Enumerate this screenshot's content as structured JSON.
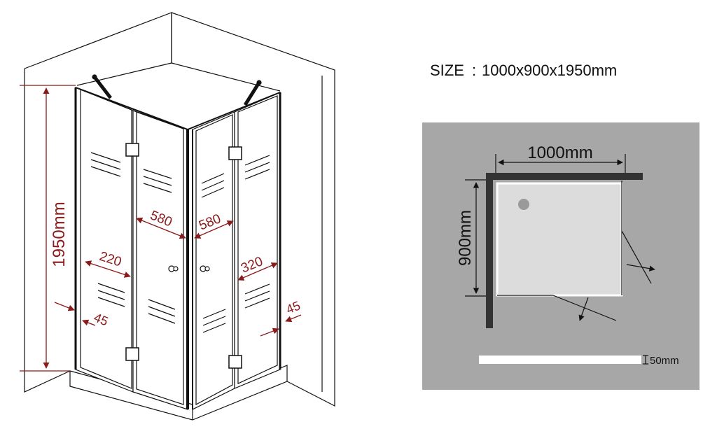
{
  "title": {
    "label": "SIZE",
    "separator": ":",
    "value": "1000x900x1950mm"
  },
  "iso_view": {
    "height_label": "1950mm",
    "door_width_left": "580",
    "door_width_right": "580",
    "opening_left": "220",
    "opening_right": "320",
    "adjust_left": "45",
    "adjust_right": "45"
  },
  "plan_view": {
    "width_label": "1000mm",
    "depth_label": "900mm",
    "tray_label": "50mm"
  },
  "colors": {
    "dimension_red": "#8b1a1a",
    "plan_background": "#a7a7a7",
    "tray_fill": "#dcdcdc",
    "wall_dark": "#333333"
  }
}
